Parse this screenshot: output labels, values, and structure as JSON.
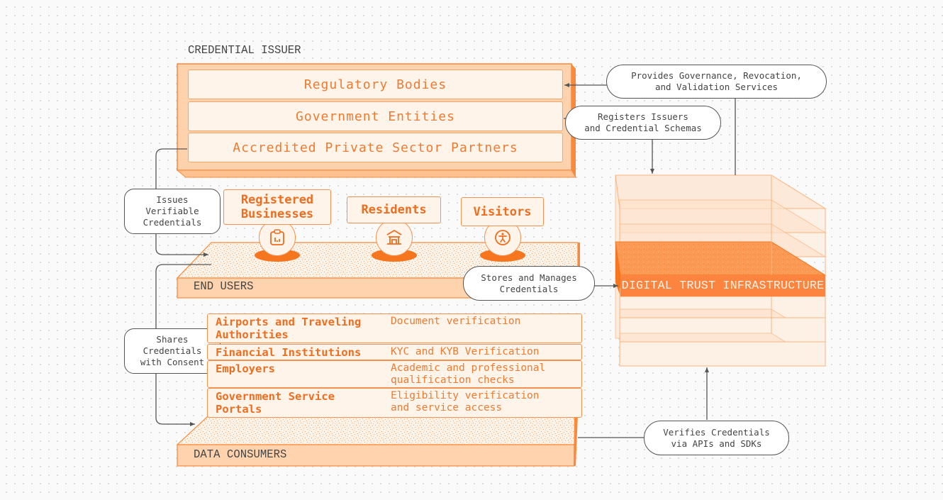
{
  "diagram": {
    "credential_issuer": {
      "title": "CREDENTIAL ISSUER",
      "rows": [
        "Regulatory Bodies",
        "Government Entities",
        "Accredited Private Sector Partners"
      ]
    },
    "end_users": {
      "title": "END USERS",
      "groups": [
        {
          "label": "Registered\nBusinesses",
          "icon": "clipboard-chart-icon"
        },
        {
          "label": "Residents",
          "icon": "pagoda-home-icon"
        },
        {
          "label": "Visitors",
          "icon": "accessibility-person-icon"
        }
      ]
    },
    "data_consumers": {
      "title": "DATA CONSUMERS",
      "rows": [
        {
          "name": "Airports and Traveling\nAuthorities",
          "description": "Document verification"
        },
        {
          "name": "Financial Institutions",
          "description": "KYC and KYB Verification"
        },
        {
          "name": "Employers",
          "description": "Academic and professional\nqualification checks"
        },
        {
          "name": "Government Service\nPortals",
          "description": "Eligibility verification\nand service access"
        }
      ]
    },
    "digital_trust": {
      "title": "DIGITAL TRUST INFRASTRUCTURE"
    },
    "connectors": {
      "governance": "Provides Governance, Revocation,\nand Validation Services",
      "registers": "Registers Issuers\nand Credential Schemas",
      "issues": "Issues\nVerifiable\nCredentials",
      "stores": "Stores and Manages\nCredentials",
      "shares": "Shares\nCredentials\nwith Consent",
      "verifies": "Verifies Credentials\nvia APIs and SDKs"
    },
    "colors": {
      "accent": "#fd843f",
      "accent_text": "#ee6d1e",
      "panel_fill": "#fff4ea",
      "slab_fill": "#ffd3ad",
      "connector": "#555555"
    }
  }
}
